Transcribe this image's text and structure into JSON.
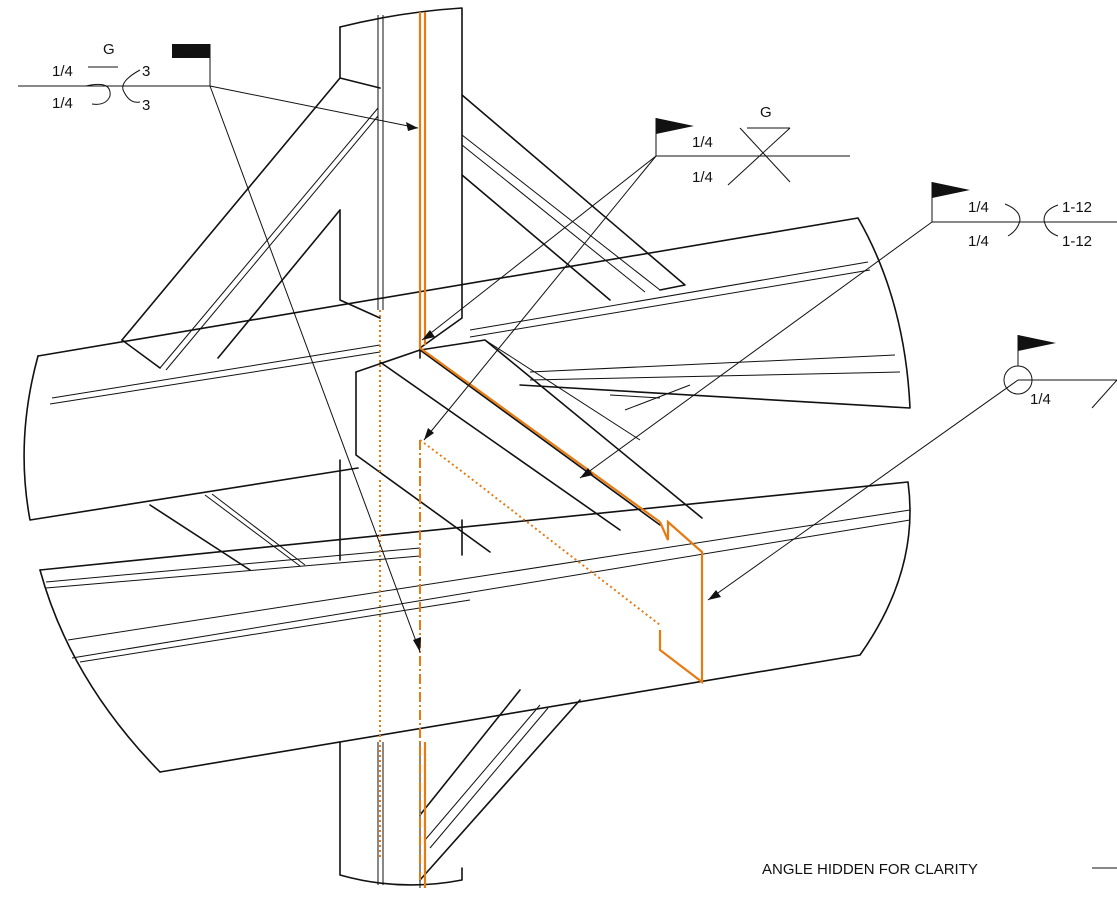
{
  "colors": {
    "linework": "#111111",
    "weld_lines": "#e87a12",
    "background": "#ffffff"
  },
  "weld_symbols": [
    {
      "id": "weld-a",
      "arrow_side": [
        "1/4",
        "3"
      ],
      "other_side": [
        "1/4",
        "3"
      ],
      "groove_label": "G",
      "type": "flare-bevel-intermittent"
    },
    {
      "id": "weld-b",
      "arrow_side": [
        "1/4"
      ],
      "other_side": [
        "1/4"
      ],
      "groove_label": "G",
      "type": "flare-v-groove"
    },
    {
      "id": "weld-c",
      "arrow_side": [
        "1/4",
        "1-12"
      ],
      "other_side": [
        "1/4",
        "1-12"
      ],
      "type": "flare-bevel-intermittent"
    },
    {
      "id": "weld-d",
      "arrow_side": [
        "1/4"
      ],
      "all_around": true,
      "type": "fillet-all-around"
    }
  ],
  "labels": {
    "a_top_size": "1/4",
    "a_top_len": "3",
    "a_bot_size": "1/4",
    "a_bot_len": "3",
    "a_g": "G",
    "b_top_size": "1/4",
    "b_bot_size": "1/4",
    "b_g": "G",
    "c_top_size": "1/4",
    "c_top_len": "1-12",
    "c_bot_size": "1/4",
    "c_bot_len": "1-12",
    "d_size": "1/4"
  },
  "note": "ANGLE HIDDEN FOR CLARITY"
}
